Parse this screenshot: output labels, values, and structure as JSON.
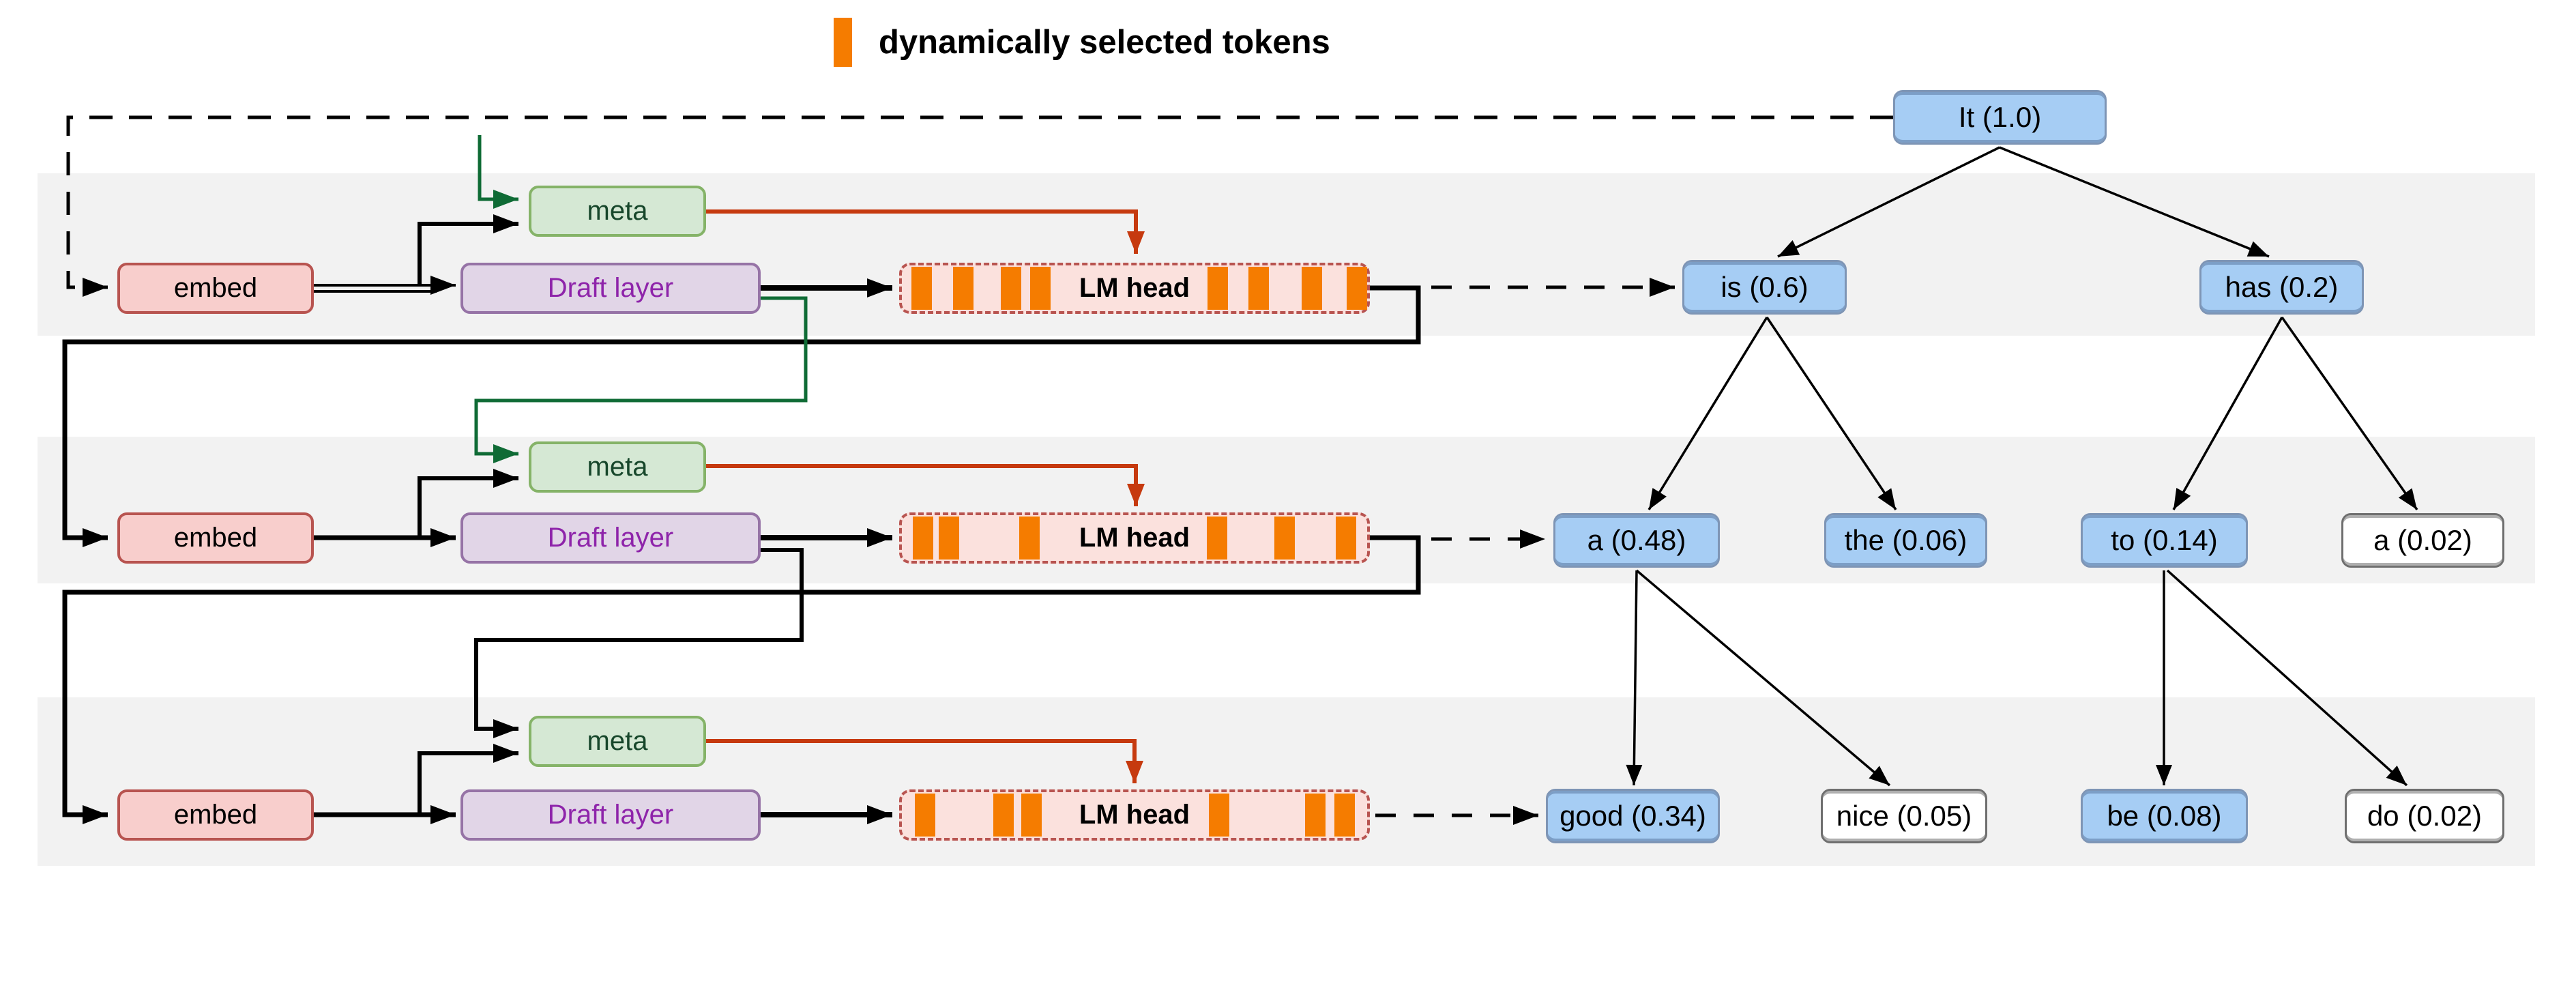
{
  "legend": {
    "label": "dynamically selected tokens",
    "swatch_color": "#f57c00"
  },
  "pipeline": {
    "rows": [
      {
        "embed": "embed",
        "meta": "meta",
        "draft": "Draft layer",
        "lm_head": "LM head"
      },
      {
        "embed": "embed",
        "meta": "meta",
        "draft": "Draft layer",
        "lm_head": "LM head"
      },
      {
        "embed": "embed",
        "meta": "meta",
        "draft": "Draft layer",
        "lm_head": "LM head"
      }
    ]
  },
  "lm_stripes": {
    "row1": [
      14,
      75,
      145,
      188,
      448,
      508,
      586,
      652
    ],
    "row2": [
      16,
      54,
      172,
      447,
      546,
      636
    ],
    "row3": [
      19,
      134,
      175,
      450,
      591,
      634
    ]
  },
  "tree": {
    "nodes": [
      {
        "label": "It (1.0)",
        "selected": true
      },
      {
        "label": "is (0.6)",
        "selected": true
      },
      {
        "label": "has (0.2)",
        "selected": true
      },
      {
        "label": "a (0.48)",
        "selected": true
      },
      {
        "label": "the (0.06)",
        "selected": true
      },
      {
        "label": "to (0.14)",
        "selected": true
      },
      {
        "label": "a (0.02)",
        "selected": false
      },
      {
        "label": "good (0.34)",
        "selected": true
      },
      {
        "label": "nice (0.05)",
        "selected": false
      },
      {
        "label": "be (0.08)",
        "selected": true
      },
      {
        "label": "do (0.02)",
        "selected": false
      }
    ]
  },
  "colors": {
    "band_gray": "#f2f2f2",
    "embed_fill": "#f8cecc",
    "embed_border": "#b85450",
    "meta_fill": "#d5e8d4",
    "meta_border": "#85b368",
    "meta_text": "#17472b",
    "draft_fill": "#e1d5e7",
    "draft_border": "#9673a6",
    "draft_text": "#8e24aa",
    "lm_fill": "#fbe1dd",
    "lm_border": "#b85450",
    "stripe_orange": "#f57c00",
    "arrow_orange": "#c63a0f",
    "arrow_green": "#0f6b35",
    "arrow_black": "#000000",
    "node_selected_fill": "#a6cdf4",
    "node_selected_border": "#7e95b5",
    "node_unselected_fill": "#ffffff",
    "node_unselected_border": "#6f6f6f"
  }
}
